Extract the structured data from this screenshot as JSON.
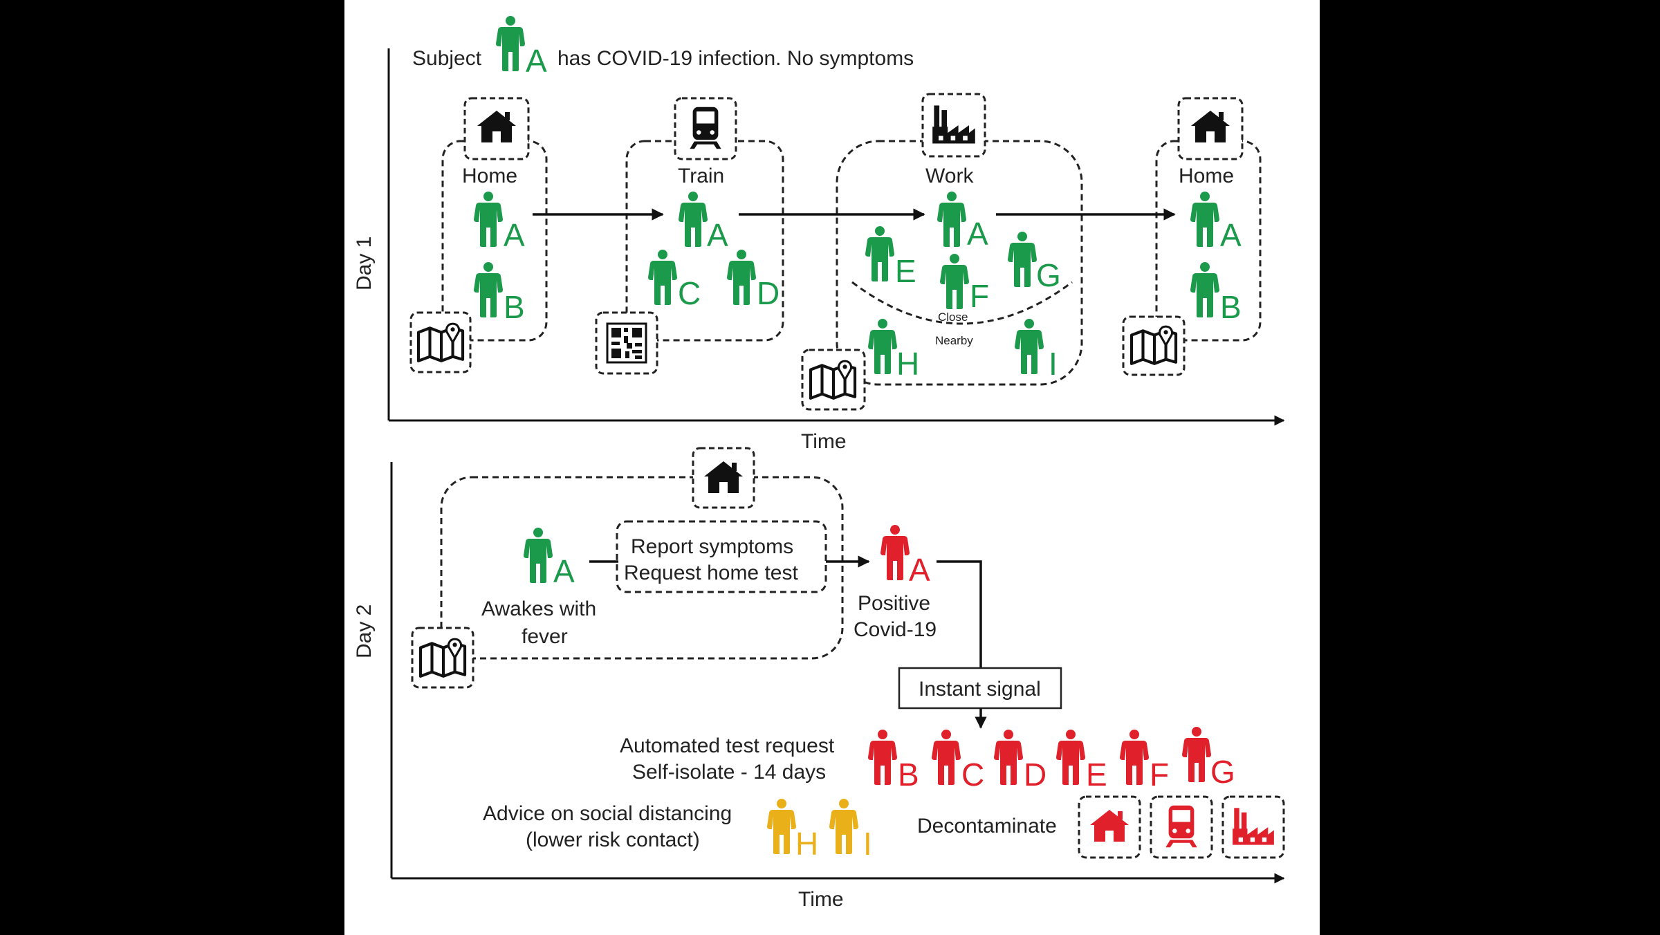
{
  "colors": {
    "green": "#1a9a4a",
    "red": "#e0202a",
    "yellow": "#eab01a",
    "ink": "#1a1a1a",
    "panel_bg": "#ffffff",
    "letterbox": "#000000"
  },
  "header": {
    "prefix": "Subject",
    "subject_letter": "A",
    "suffix": "has COVID-19 infection. No symptoms"
  },
  "day1": {
    "axis_label": "Day 1",
    "time_label": "Time",
    "locations": [
      {
        "label": "Home",
        "icon": "house-icon",
        "people": [
          "A",
          "B"
        ],
        "tracker_icon": "map-pin-icon"
      },
      {
        "label": "Train",
        "icon": "train-icon",
        "people": [
          "A",
          "C",
          "D"
        ],
        "tracker_icon": "qr-code-icon"
      },
      {
        "label": "Work",
        "icon": "factory-icon",
        "people": [
          "A",
          "E",
          "F",
          "G",
          "H",
          "I"
        ],
        "tracker_icon": "map-pin-icon"
      },
      {
        "label": "Home",
        "icon": "house-icon",
        "people": [
          "A",
          "B"
        ],
        "tracker_icon": "map-pin-icon"
      }
    ],
    "proximity": {
      "close": "Close",
      "nearby": "Nearby"
    }
  },
  "day2": {
    "axis_label": "Day 2",
    "time_label": "Time",
    "awake_line1": "Awakes with",
    "awake_line2": "fever",
    "report_line1": "Report symptoms",
    "report_line2": "Request home test",
    "positive_line1": "Positive",
    "positive_line2": "Covid-19",
    "instant_signal": "Instant signal",
    "auto_line1": "Automated test request",
    "auto_line2": "Self-isolate - 14 days",
    "high_risk_contacts": [
      "B",
      "C",
      "D",
      "E",
      "F",
      "G"
    ],
    "advice_line1": "Advice on social distancing",
    "advice_line2": "(lower risk contact)",
    "low_risk_contacts": [
      "H",
      "I"
    ],
    "decontaminate": "Decontaminate",
    "decontaminate_icons": [
      "house-icon",
      "train-icon",
      "factory-icon"
    ]
  }
}
